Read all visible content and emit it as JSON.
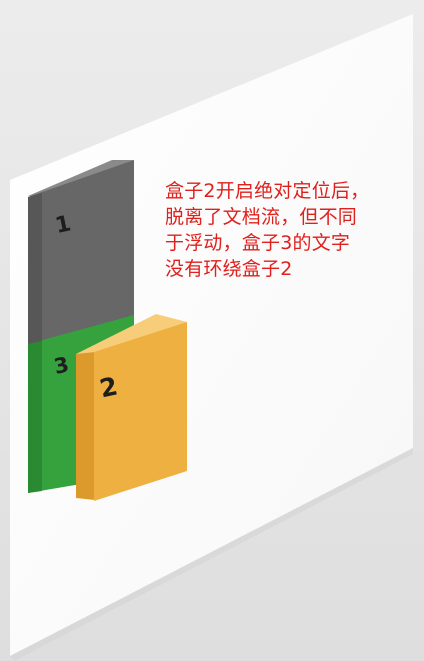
{
  "boxes": {
    "box1": {
      "label": "1",
      "color": "#676767"
    },
    "box3": {
      "label": "3",
      "color": "#36a23d"
    },
    "box2": {
      "label": "2",
      "color": "#efb042"
    }
  },
  "caption": {
    "lines": [
      "盒子2开启绝对定位后，",
      "脱离了文档流，但不同",
      "于浮动，盒子3的文字",
      "没有环绕盒子2"
    ],
    "color": "#e0201c"
  }
}
